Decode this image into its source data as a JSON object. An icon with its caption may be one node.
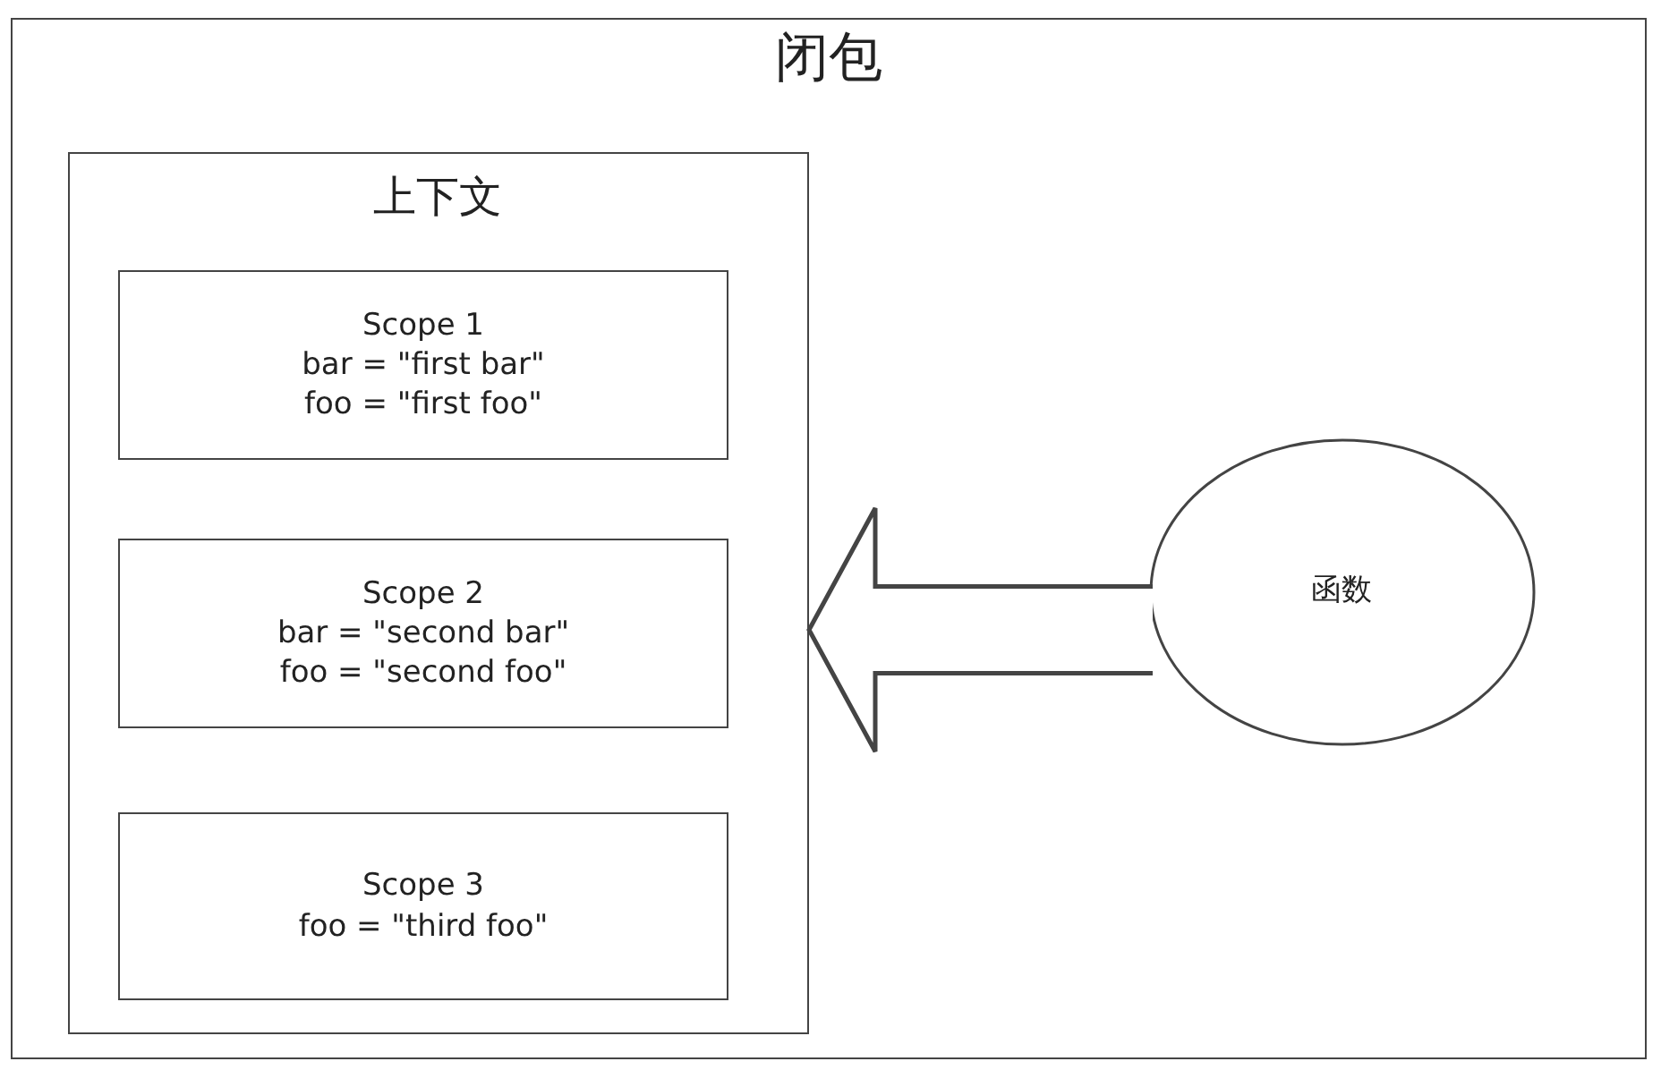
{
  "diagram": {
    "nodes": [
      {
        "text": [
          "闭包"
        ]
      },
      {
        "text": [
          "上下文"
        ],
        "in": 0
      },
      {
        "text": [
          "Scope 1",
          "bar = \"first bar\"",
          "foo = \"first foo\""
        ],
        "in": 1
      },
      {
        "text": [
          "Scope 2",
          "bar = \"second bar\"",
          "foo = \"second foo\""
        ],
        "in": 1
      },
      {
        "text": [
          "Scope 3",
          "foo = \"third foo\""
        ],
        "in": 1
      },
      {
        "text": [
          "函数"
        ],
        "in": 0
      }
    ],
    "edges": [
      {
        "from": 5,
        "to": 1,
        "arrow": "to"
      }
    ]
  }
}
